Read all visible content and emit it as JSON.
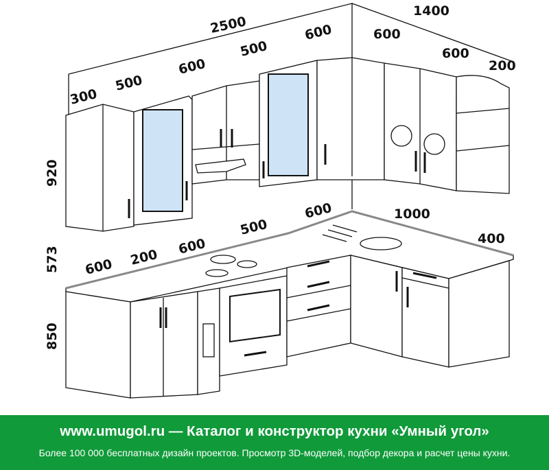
{
  "dimensions": {
    "total_left": "2500",
    "total_right": "1400",
    "top_left": [
      "300",
      "500",
      "600",
      "500",
      "600"
    ],
    "top_right": [
      "600",
      "600",
      "200"
    ],
    "counter_left": [
      "600",
      "200",
      "600",
      "500",
      "600"
    ],
    "counter_right": [
      "1000",
      "400"
    ],
    "height_wall": "920",
    "height_gap": "573",
    "height_base": "850"
  },
  "banner": {
    "title": "www.umugol.ru — Каталог и конструктор кухни «Умный угол»",
    "subtitle": "Более 100 000 бесплатных дизайн проектов. Просмотр 3D-моделей, подбор декора и расчет цены кухни."
  },
  "colors": {
    "banner_bg": "#109a3a",
    "banner_text": "#ffffff",
    "countertop_edge": "#888888",
    "glass": "#cfe3f7"
  }
}
